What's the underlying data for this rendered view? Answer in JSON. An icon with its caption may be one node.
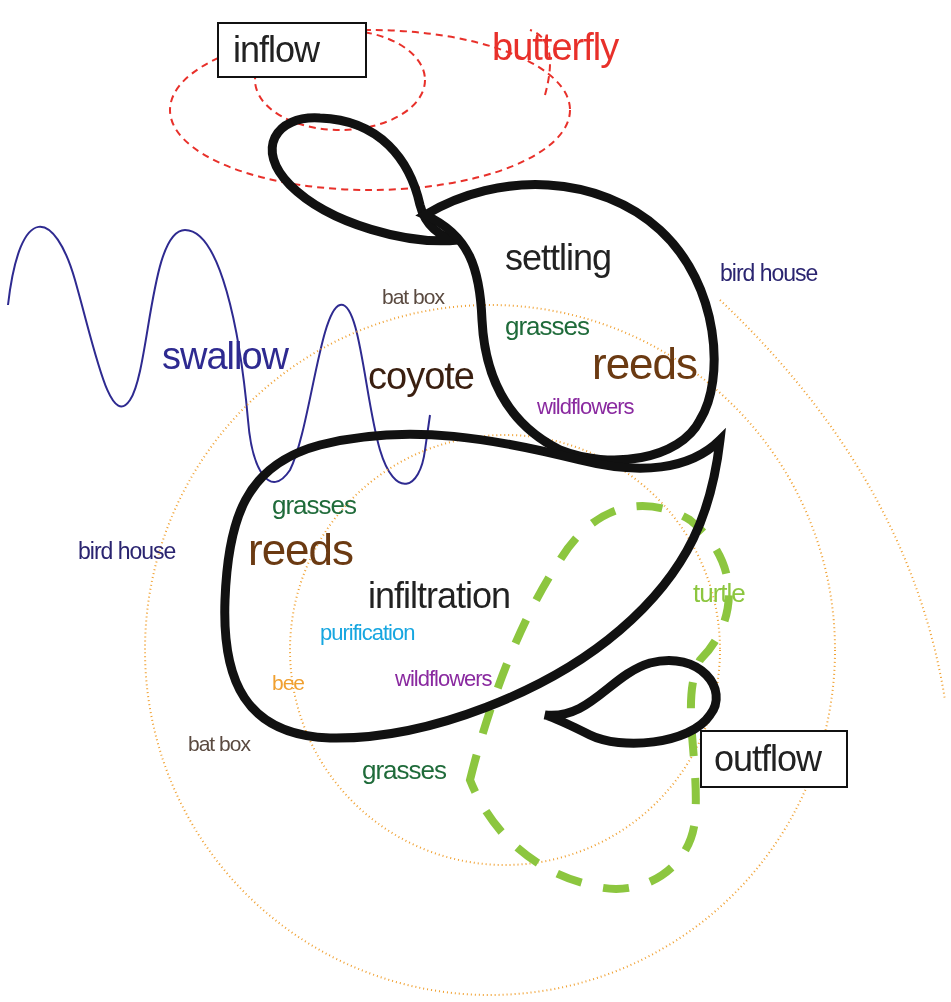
{
  "diagram": {
    "nodes": [
      {
        "text": [
          "inflow"
        ]
      },
      {
        "text": [],
        "shape": "teardrop"
      },
      {
        "text": [
          "settling",
          "grasses",
          "reeds",
          "wildflowers"
        ]
      },
      {
        "text": [
          "grasses",
          "reeds",
          "infiltration",
          "purification",
          "bee",
          "wildflowers"
        ]
      },
      {
        "text": [],
        "shape": "teardrop"
      },
      {
        "text": [
          "outflow"
        ]
      }
    ],
    "labels": [
      "butterfly",
      "bird house",
      "bat box",
      "swallow",
      "coyote",
      "bird house",
      "turtle",
      "bat box",
      "grasses"
    ]
  }
}
